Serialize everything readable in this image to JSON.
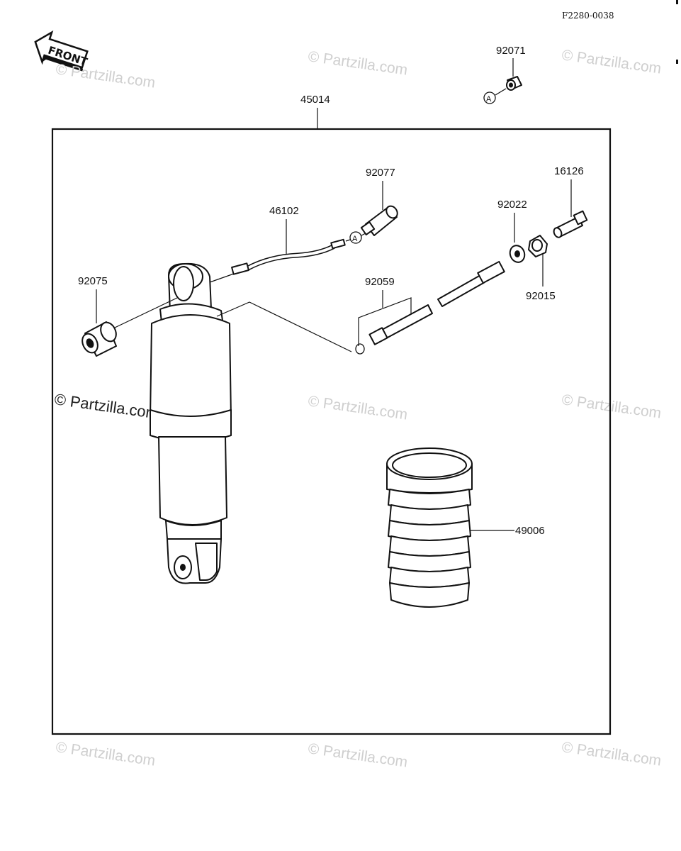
{
  "figure_code": "F2280-0038",
  "front_label": "FRONT",
  "callout_letter": "A",
  "watermark": "© Partzilla.com",
  "parts": {
    "assembly": "45014",
    "bushing": "92075",
    "hose": "46102",
    "fitting_92077": "92077",
    "tube_92059": "92059",
    "washer_92022": "92022",
    "nut_92015": "92015",
    "valve_16126": "16126",
    "cap_92071": "92071",
    "boot": "49006"
  }
}
